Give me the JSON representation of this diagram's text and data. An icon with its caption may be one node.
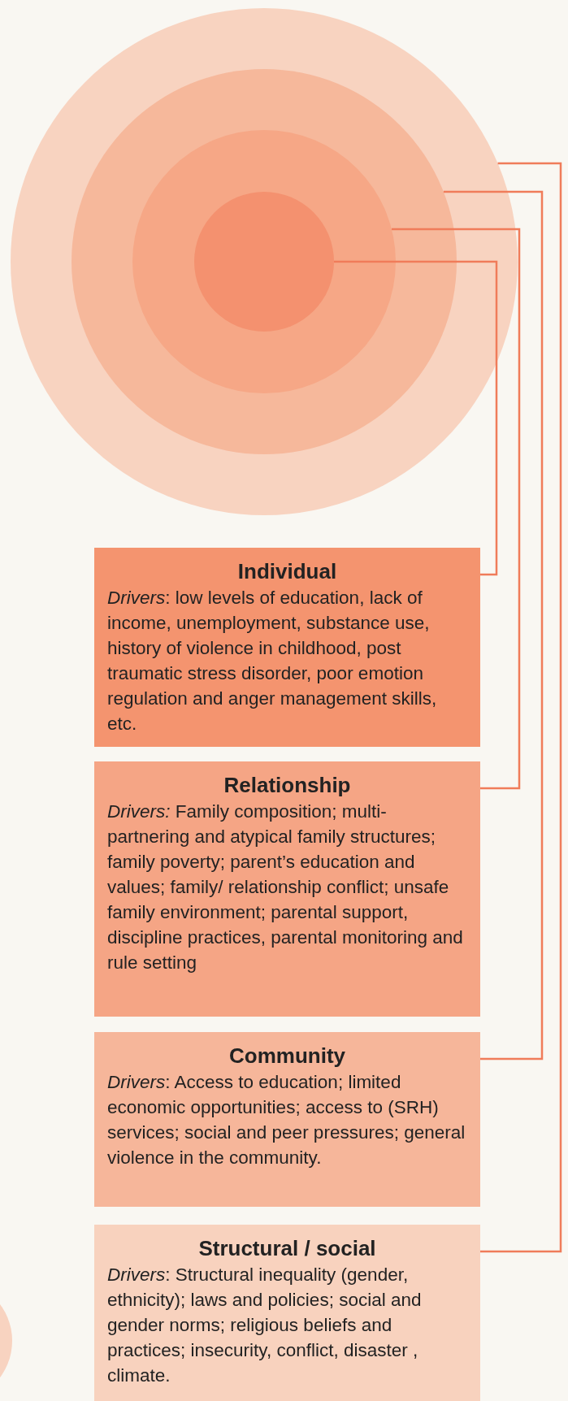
{
  "diagram": {
    "nodes": [
      {
        "text": [],
        "shape": "circle"
      },
      {
        "text": [],
        "shape": "circle",
        "in": 0
      },
      {
        "text": [],
        "shape": "circle",
        "in": 1
      },
      {
        "text": [],
        "shape": "circle",
        "in": 2
      },
      {
        "text": [
          "Individual",
          "*Drivers*: low levels of education, lack of income, unemployment, substance use, history of violence in childhood, post traumatic stress disorder, poor emotion regulation and anger management skills, etc."
        ]
      },
      {
        "text": [
          "Relationship",
          "*Drivers:* Family composition; multi-partnering and atypical family structures; family poverty; parent’s education and values; family/ relationship conflict; unsafe family environment; parental support, discipline practices, parental monitoring and rule setting"
        ]
      },
      {
        "text": [
          "Community",
          "*Drivers*: Access to education; limited economic opportunities; access to (SRH) services; social and peer pressures; general violence in the community."
        ]
      },
      {
        "text": [
          "Structural / social",
          "*Drivers*: Structural inequality (gender, ethnicity); laws and policies; social and gender norms; religious beliefs and practices; insecurity, conflict, disaster , climate."
        ]
      }
    ],
    "edges": [
      {
        "from": 3,
        "to": 4,
        "arrow": "none"
      },
      {
        "from": 2,
        "to": 5,
        "arrow": "none"
      },
      {
        "from": 1,
        "to": 6,
        "arrow": "none"
      },
      {
        "from": 0,
        "to": 7,
        "arrow": "none"
      }
    ]
  }
}
